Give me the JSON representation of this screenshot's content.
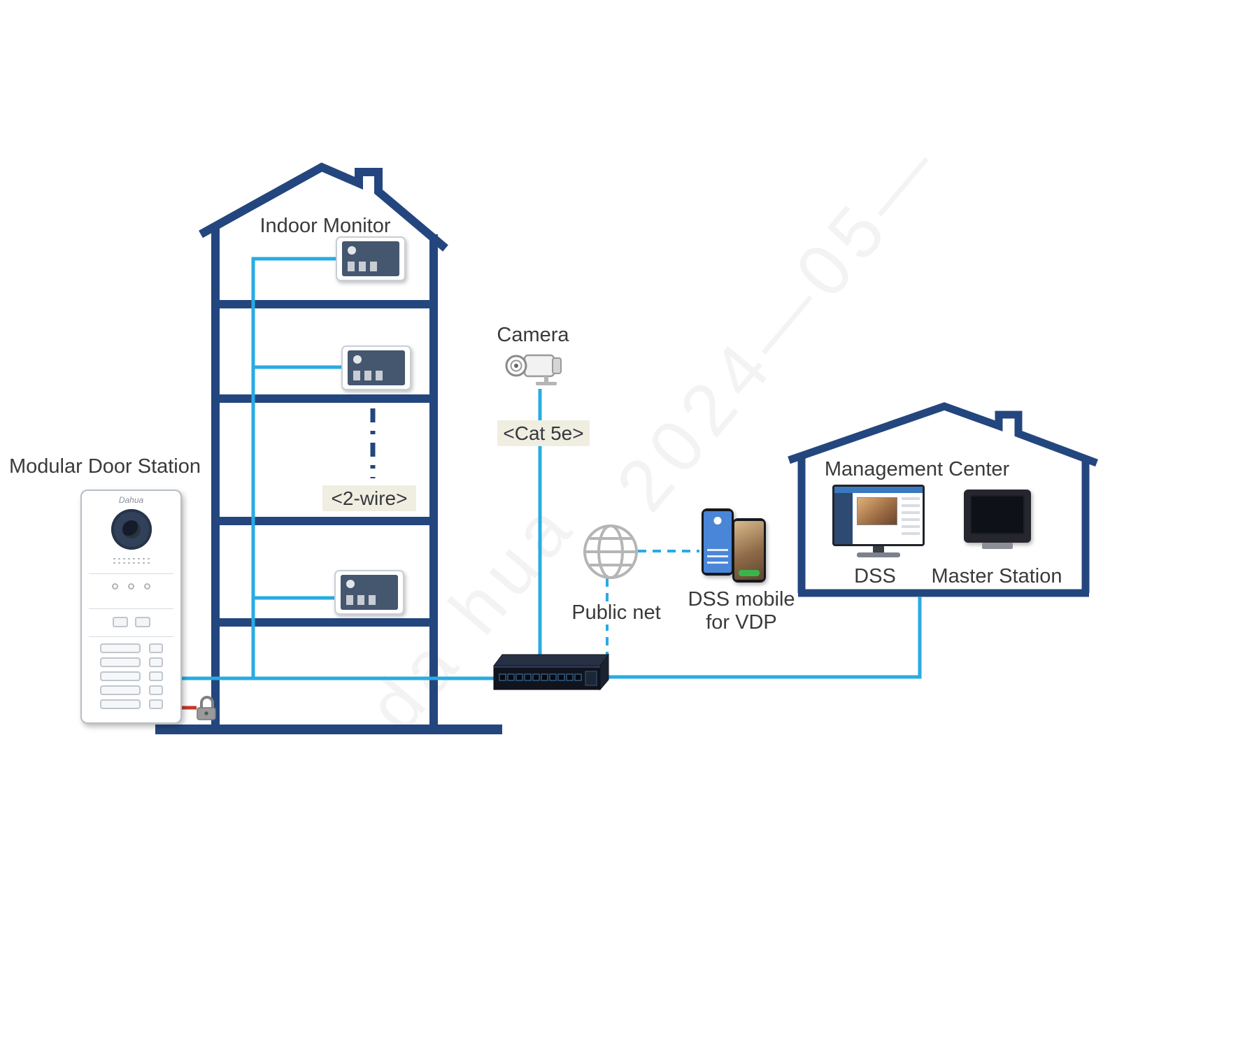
{
  "labels": {
    "indoor_monitor": "Indoor Monitor",
    "door_station": "Modular Door Station",
    "camera": "Camera",
    "cat5e": "<Cat 5e>",
    "two_wire": "<2-wire>",
    "public_net": "Public net",
    "dss_mobile": "DSS mobile\nfor VDP",
    "management_center": "Management Center",
    "dss": "DSS",
    "master_station": "Master Station"
  },
  "door_station": {
    "logo": "Dahua"
  },
  "watermark": {
    "date": "2024—05—",
    "brand": "da hua"
  },
  "colors": {
    "outline_navy": "#24467e",
    "cable_cyan": "#29abe2",
    "label_beige": "#efeee1",
    "text": "#3a3a3a",
    "lock_wire_red": "#c0392b"
  }
}
